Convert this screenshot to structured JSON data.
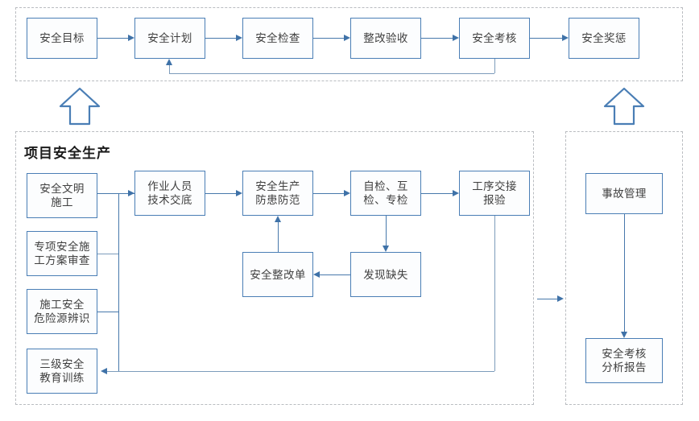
{
  "diagram": {
    "title_section": "项目安全生产",
    "panels": [
      {
        "name": "top-cycle-panel",
        "label": ""
      },
      {
        "name": "project-safety-panel",
        "label": "项目安全生产"
      },
      {
        "name": "accident-panel",
        "label": ""
      }
    ],
    "top_row": [
      {
        "id": "safety-goal",
        "label": "安全目标"
      },
      {
        "id": "safety-plan",
        "label": "安全计划"
      },
      {
        "id": "safety-inspection",
        "label": "安全检查"
      },
      {
        "id": "rectify-accept",
        "label": "整改验收"
      },
      {
        "id": "safety-assessment",
        "label": "安全考核"
      },
      {
        "id": "safety-reward",
        "label": "安全奖惩"
      }
    ],
    "left_column": [
      {
        "id": "civilized-construction",
        "label": "安全文明\n施工"
      },
      {
        "id": "special-plan-review",
        "label": "专项安全施\n工方案审查"
      },
      {
        "id": "hazard-identification",
        "label": "施工安全\n危险源辨识"
      },
      {
        "id": "three-level-education",
        "label": "三级安全\n教育训练"
      }
    ],
    "main_flow": [
      {
        "id": "technical-disclosure",
        "label": "作业人员\n技术交底"
      },
      {
        "id": "hazard-prevention",
        "label": "安全生产\n防患防范"
      },
      {
        "id": "self-mutual-special",
        "label": "自检、互\n检、专检"
      },
      {
        "id": "process-handover",
        "label": "工序交接\n报验"
      }
    ],
    "sub_flow": [
      {
        "id": "rectification-order",
        "label": "安全整改单"
      },
      {
        "id": "defect-found",
        "label": "发现缺失"
      }
    ],
    "right_column": [
      {
        "id": "accident-management",
        "label": "事故管理"
      },
      {
        "id": "assessment-report",
        "label": "安全考核\n分析报告"
      }
    ],
    "colors": {
      "node_border": "#4a7eb5",
      "node_fill": "#fcfdfe",
      "connector": "#4778ab",
      "panel_border": "#b9bcc0",
      "text": "#3f3f3f",
      "title": "#1b1b1b"
    }
  }
}
